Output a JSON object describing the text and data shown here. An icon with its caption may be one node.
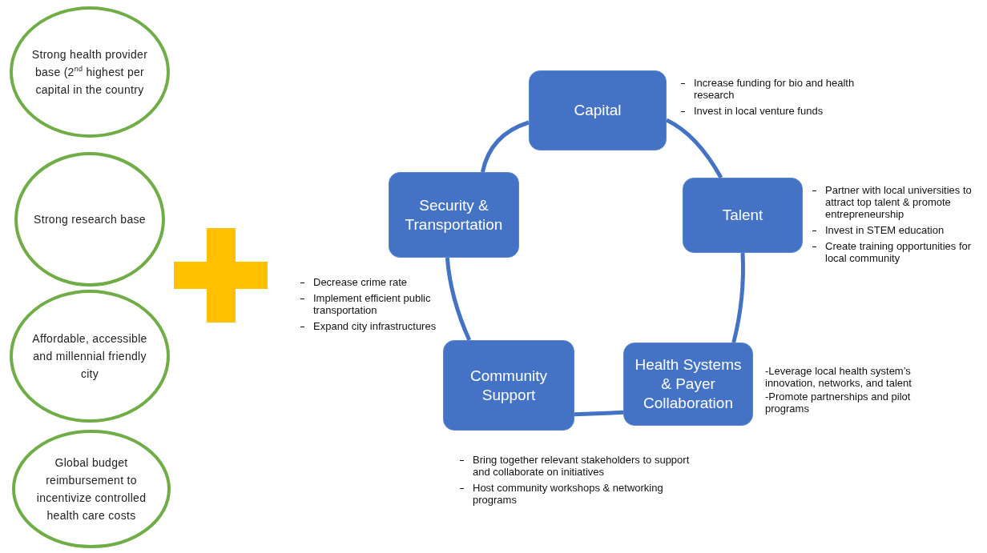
{
  "diagram": {
    "nodes": [
      {
        "text": [
          "Strong health provider base (2$^{nd}$ highest per capital in the country"
        ]
      },
      {
        "text": [
          "Strong research base"
        ]
      },
      {
        "text": [
          "Affordable, accessible and millennial friendly city"
        ]
      },
      {
        "text": [
          "Global budget reimbursement to incentivize controlled health care costs"
        ]
      },
      {
        "text": [
          "Capital"
        ],
        "beside": [
          "Increase funding for bio and health research",
          "Invest in local venture funds"
        ]
      },
      {
        "text": [
          "Talent"
        ],
        "beside": [
          "Partner with local universities to attract top talent & promote entrepreneurship",
          "Invest in STEM education",
          "Create training opportunities for local community"
        ]
      },
      {
        "text": [
          "Health Systems & Payer Collaboration"
        ],
        "beside": [
          "-Leverage local health system’s innovation, networks, and talent",
          "-Promote partnerships and pilot programs"
        ]
      },
      {
        "text": [
          "Community Support"
        ],
        "beside": [
          "Bring together relevant stakeholders to support and collaborate on initiatives",
          "Host community workshops & networking programs"
        ]
      },
      {
        "text": [
          "Security & Transportation"
        ],
        "beside": [
          "Decrease crime rate",
          "Implement efficient public transportation",
          "Expand city infrastructures"
        ]
      }
    ],
    "edges": [
      {
        "from": 4,
        "to": 5,
        "arrow": "none"
      },
      {
        "from": 5,
        "to": 6,
        "arrow": "none"
      },
      {
        "from": 6,
        "to": 7,
        "arrow": "none"
      },
      {
        "from": 7,
        "to": 8,
        "arrow": "none"
      },
      {
        "from": 8,
        "to": 4,
        "arrow": "none"
      }
    ]
  }
}
